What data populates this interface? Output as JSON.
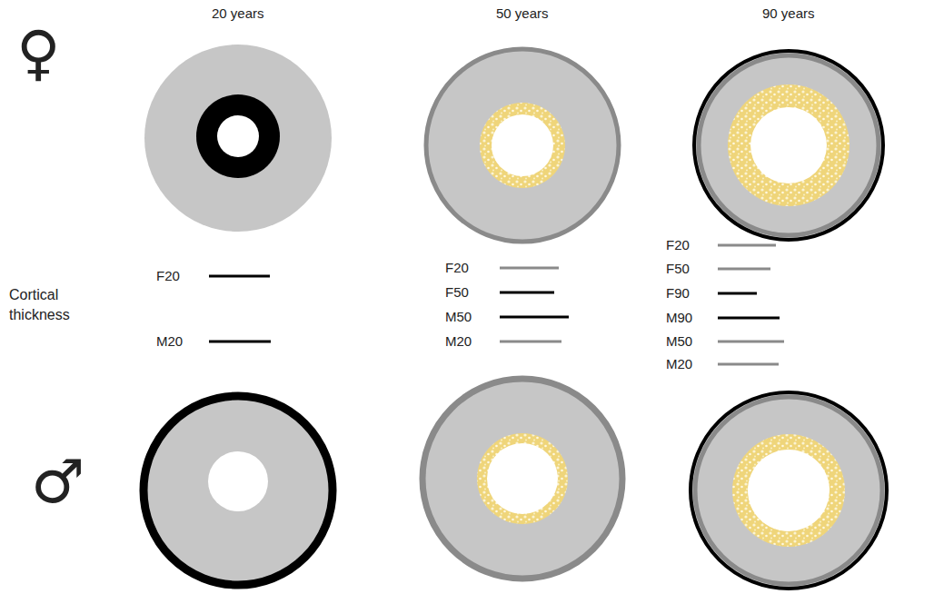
{
  "diagram": {
    "labels": [
      "20 years",
      "50 years",
      "90 years",
      "♀",
      "F20",
      "Cortical thickness",
      "M20",
      "F20",
      "F50",
      "M50",
      "M20",
      "F20",
      "F50",
      "F90",
      "M90",
      "M50",
      "M20",
      "♂"
    ]
  }
}
